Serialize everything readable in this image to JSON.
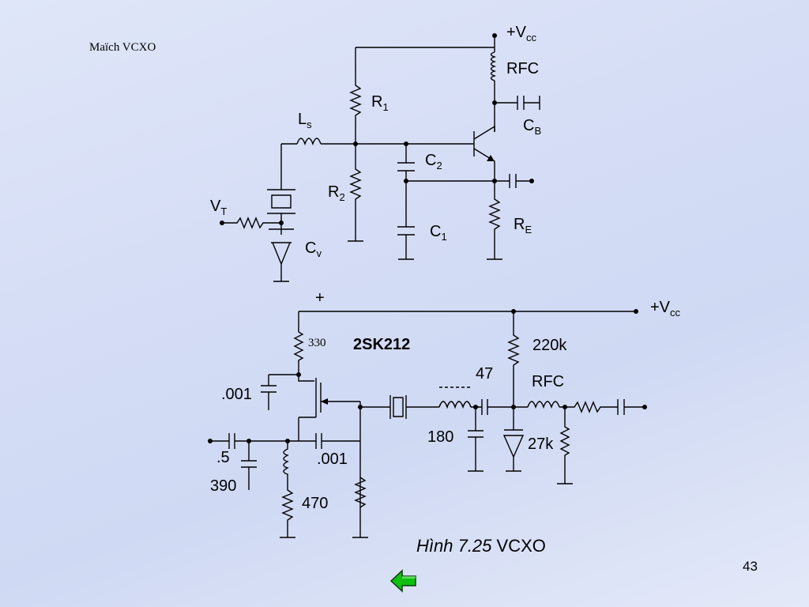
{
  "slide": {
    "title": "Maïch VCXO",
    "page_number": "43"
  },
  "circuit1": {
    "vcc": "+V",
    "vcc_sub": "cc",
    "rfc": "RFC",
    "r1": "R",
    "r1_sub": "1",
    "cb": "C",
    "cb_sub": "B",
    "ls": "L",
    "ls_sub": "s",
    "c2": "C",
    "c2_sub": "2",
    "r2": "R",
    "r2_sub": "2",
    "vt": "V",
    "vt_sub": "T",
    "re": "R",
    "re_sub": "E",
    "c1": "C",
    "c1_sub": "1",
    "cv": "C",
    "cv_sub": "v"
  },
  "circuit2": {
    "plus": "+",
    "vcc": "+V",
    "vcc_sub": "cc",
    "r330": "330",
    "transistor": "2SK212",
    "r220k": "220k",
    "l47": "47",
    "rfc": "RFC",
    "c001a": ".001",
    "c180": "180",
    "r27k": "27k",
    "c5": ".5",
    "c001b": ".001",
    "c390": "390",
    "r470": "470"
  },
  "caption": {
    "figure": "Hình 7.25",
    "text": " VCXO"
  },
  "colors": {
    "arrow_fill": "#10c010",
    "arrow_stroke": "#0a3a0a"
  },
  "icons": {
    "back": "green-left-arrow-icon"
  }
}
